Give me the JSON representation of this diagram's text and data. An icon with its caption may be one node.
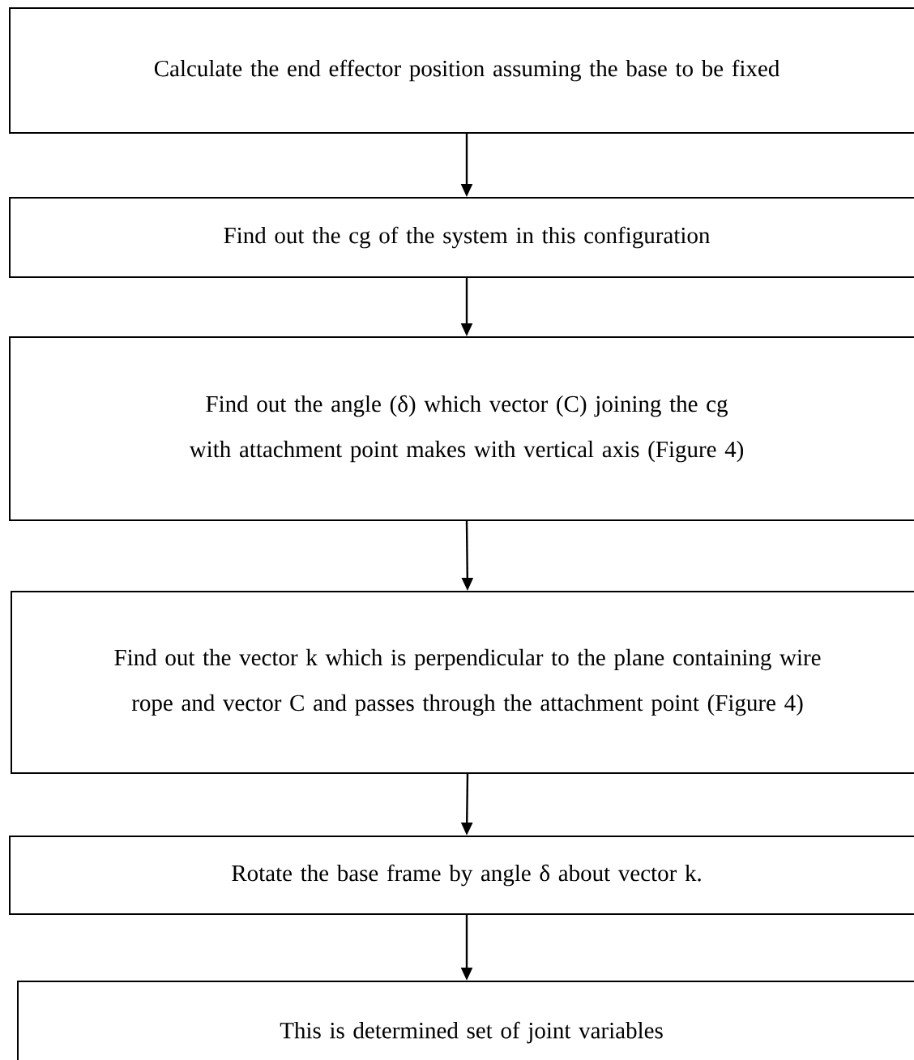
{
  "diagram": {
    "nodes": [
      {
        "text": [
          "Calculate the end effector position assuming the base to be fixed"
        ]
      },
      {
        "text": [
          "Find out the cg of the system in this configuration"
        ]
      },
      {
        "text": [
          "Find out the angle (δ) which vector (C) joining the cg with attachment point makes with vertical axis (Figure 4)"
        ]
      },
      {
        "text": [
          "Find out the vector k which is perpendicular to the plane containing wire rope and vector C and passes through the attachment point (Figure 4)"
        ]
      },
      {
        "text": [
          "Rotate the base frame by angle δ about vector k."
        ]
      },
      {
        "text": [
          "This is determined set of joint variables"
        ]
      }
    ],
    "edges": [
      {
        "from": 0,
        "to": 1,
        "arrow": "to"
      },
      {
        "from": 1,
        "to": 2,
        "arrow": "to"
      },
      {
        "from": 2,
        "to": 3,
        "arrow": "to"
      },
      {
        "from": 3,
        "to": 4,
        "arrow": "to"
      },
      {
        "from": 4,
        "to": 5,
        "arrow": "to"
      }
    ]
  }
}
